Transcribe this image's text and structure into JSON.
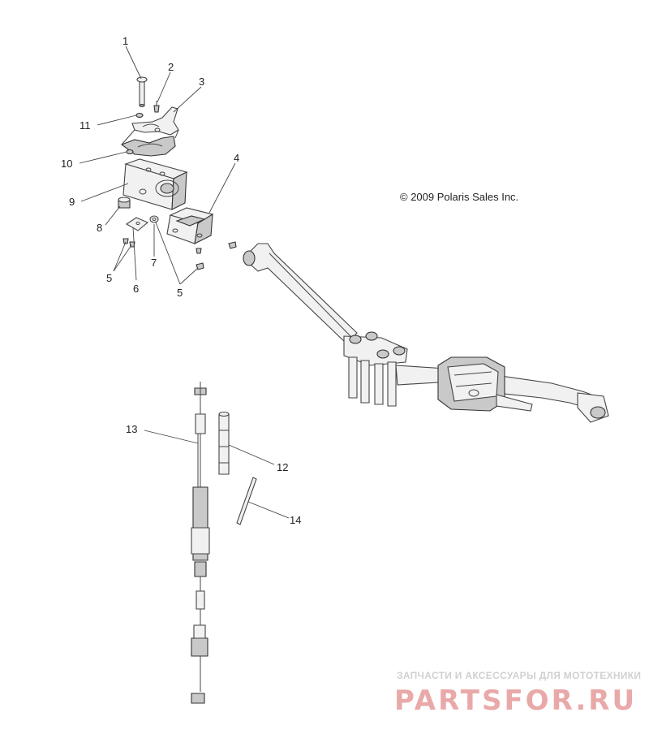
{
  "copyright": "© 2009 Polaris Sales Inc.",
  "callouts": {
    "c1": "1",
    "c2": "2",
    "c3": "3",
    "c4": "4",
    "c5a": "5",
    "c5b": "5",
    "c6": "6",
    "c7": "7",
    "c8": "8",
    "c9": "9",
    "c10": "10",
    "c11": "11",
    "c12": "12",
    "c13": "13",
    "c14": "14"
  },
  "watermark": {
    "tagline": "ЗАПЧАСТИ И АКСЕССУАРЫ ДЛЯ МОТОТЕХНИКИ",
    "brand": "PARTSFOR.RU"
  }
}
